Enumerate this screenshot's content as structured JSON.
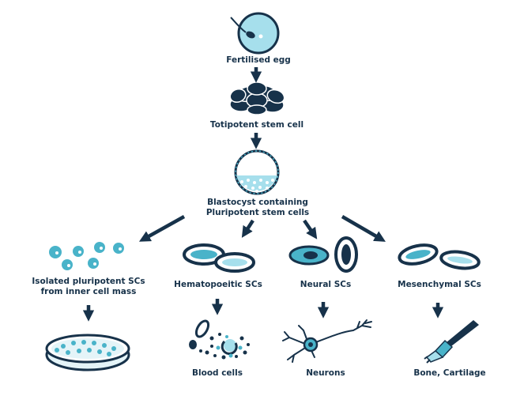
{
  "colors": {
    "navy": "#17324a",
    "teal": "#49b3c9",
    "light_teal": "#a6dfec",
    "pale": "#e4f4f8"
  },
  "nodes": {
    "fertilised_egg": {
      "label": "Fertilised egg",
      "icon": "egg-sperm-icon"
    },
    "totipotent": {
      "label": "Totipotent stem cell",
      "icon": "cell-cluster-icon"
    },
    "blastocyst": {
      "label_line1": "Blastocyst containing",
      "label_line2": "Pluripotent stem cells",
      "icon": "blastocyst-icon"
    }
  },
  "branches": [
    {
      "key": "isolated",
      "label_line1": "Isolated pluripotent SCs",
      "label_line2": "from inner cell mass",
      "icon": "pluripotent-cells-icon",
      "result": {
        "label": "",
        "icon": "petri-dish-icon"
      }
    },
    {
      "key": "hematopoietic",
      "label": "Hematopoeitic SCs",
      "icon": "hematopoietic-cells-icon",
      "result": {
        "label": "Blood cells",
        "icon": "blood-cells-icon"
      }
    },
    {
      "key": "neural",
      "label": "Neural SCs",
      "icon": "neural-cells-icon",
      "result": {
        "label": "Neurons",
        "icon": "neuron-icon"
      }
    },
    {
      "key": "mesenchymal",
      "label": "Mesenchymal SCs",
      "icon": "mesenchymal-cells-icon",
      "result": {
        "label": "Bone, Cartilage",
        "icon": "bone-tool-icon"
      }
    }
  ]
}
